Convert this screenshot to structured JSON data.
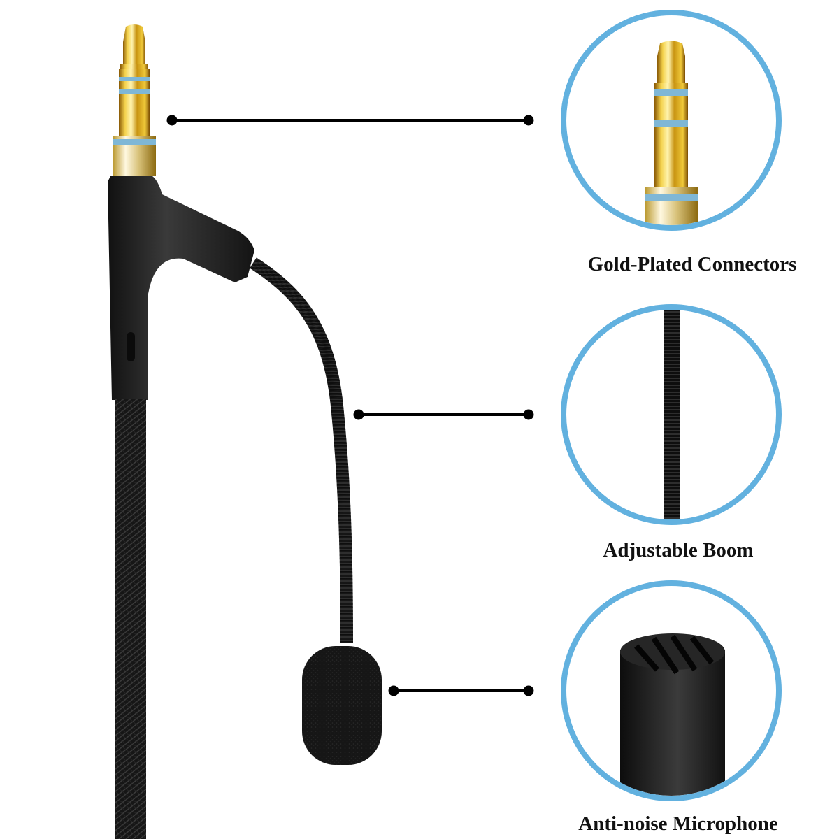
{
  "features": [
    {
      "label": "Gold-Plated Connectors",
      "icon": "gold-plug-icon"
    },
    {
      "label": "Adjustable Boom",
      "icon": "gooseneck-boom-icon"
    },
    {
      "label": "Anti-noise Microphone",
      "icon": "microphone-capsule-icon"
    }
  ],
  "colors": {
    "circle_ring": "#62b1df",
    "gold": "#d9aa22",
    "blue_band": "#7fb7d6",
    "cable_black": "#1c1c1c",
    "pointer_line": "#000000"
  }
}
